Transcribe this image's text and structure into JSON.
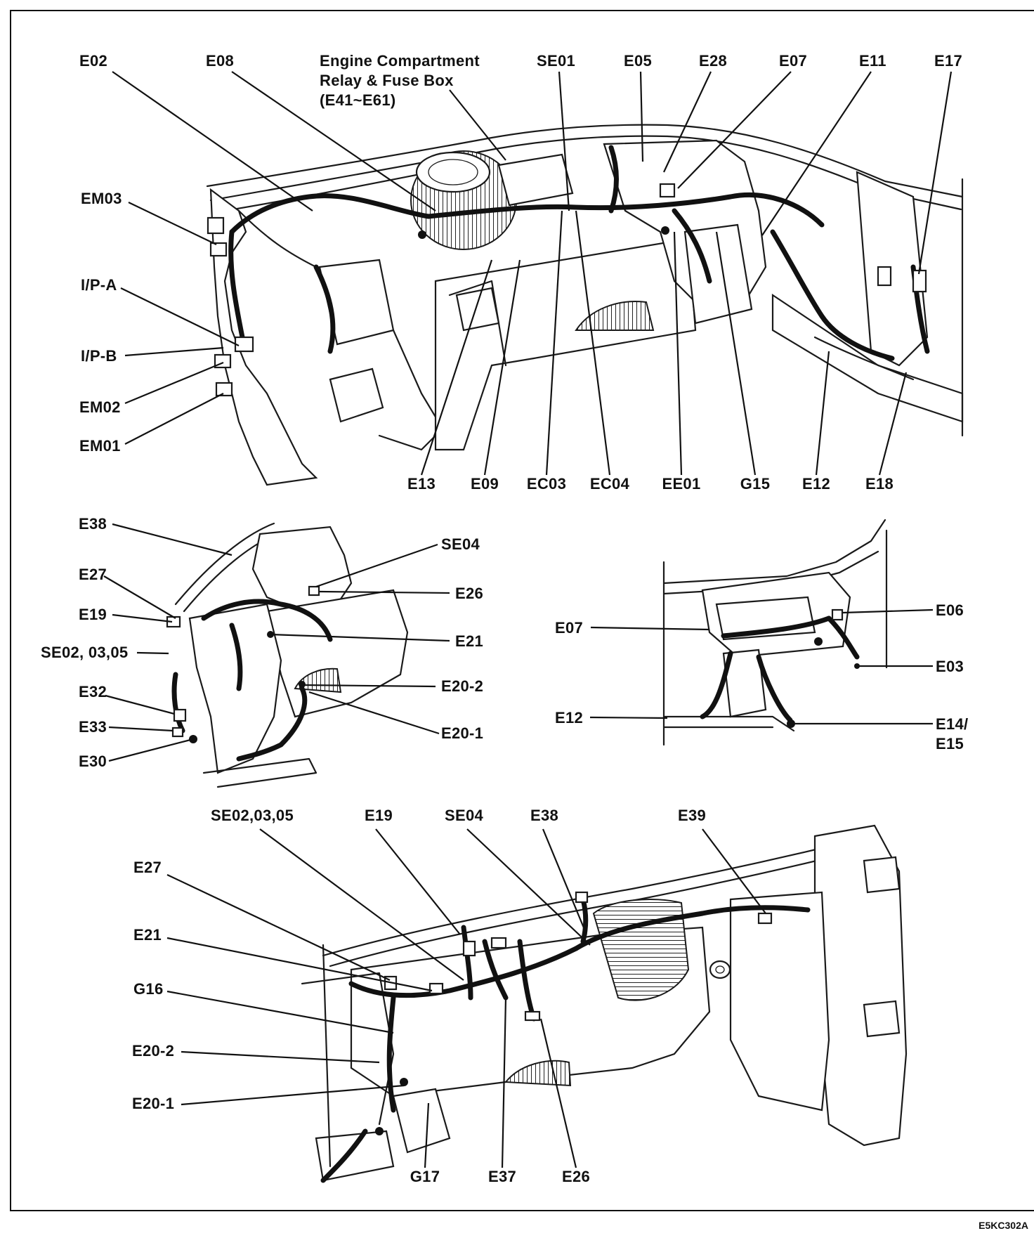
{
  "diagram_code": "E5KC302A",
  "top_view": {
    "labels": {
      "e02": "E02",
      "e08": "E08",
      "relay_box_line1": "Engine Compartment",
      "relay_box_line2": "Relay & Fuse Box",
      "relay_box_line3": "(E41~E61)",
      "se01": "SE01",
      "e05": "E05",
      "e28": "E28",
      "e07": "E07",
      "e11": "E11",
      "e17": "E17",
      "em03": "EM03",
      "ip_a": "I/P-A",
      "ip_b": "I/P-B",
      "em02": "EM02",
      "em01": "EM01",
      "e13": "E13",
      "e09": "E09",
      "ec03": "EC03",
      "ec04": "EC04",
      "ee01": "EE01",
      "g15": "G15",
      "e12": "E12",
      "e18": "E18"
    }
  },
  "left_view": {
    "labels": {
      "e38": "E38",
      "se04": "SE04",
      "e27": "E27",
      "e26": "E26",
      "e19": "E19",
      "se02_03_05": "SE02, 03,05",
      "e21": "E21",
      "e32": "E32",
      "e20_2": "E20-2",
      "e33": "E33",
      "e20_1": "E20-1",
      "e30": "E30"
    }
  },
  "right_view": {
    "labels": {
      "e06": "E06",
      "e07": "E07",
      "e03": "E03",
      "e12": "E12",
      "e14": "E14/",
      "e15": "E15"
    }
  },
  "bottom_view": {
    "labels": {
      "se02_03_05": "SE02,03,05",
      "e19": "E19",
      "se04": "SE04",
      "e38": "E38",
      "e39": "E39",
      "e27": "E27",
      "e21": "E21",
      "g16": "G16",
      "e20_2": "E20-2",
      "e20_1": "E20-1",
      "g17": "G17",
      "e37": "E37",
      "e26": "E26"
    }
  }
}
